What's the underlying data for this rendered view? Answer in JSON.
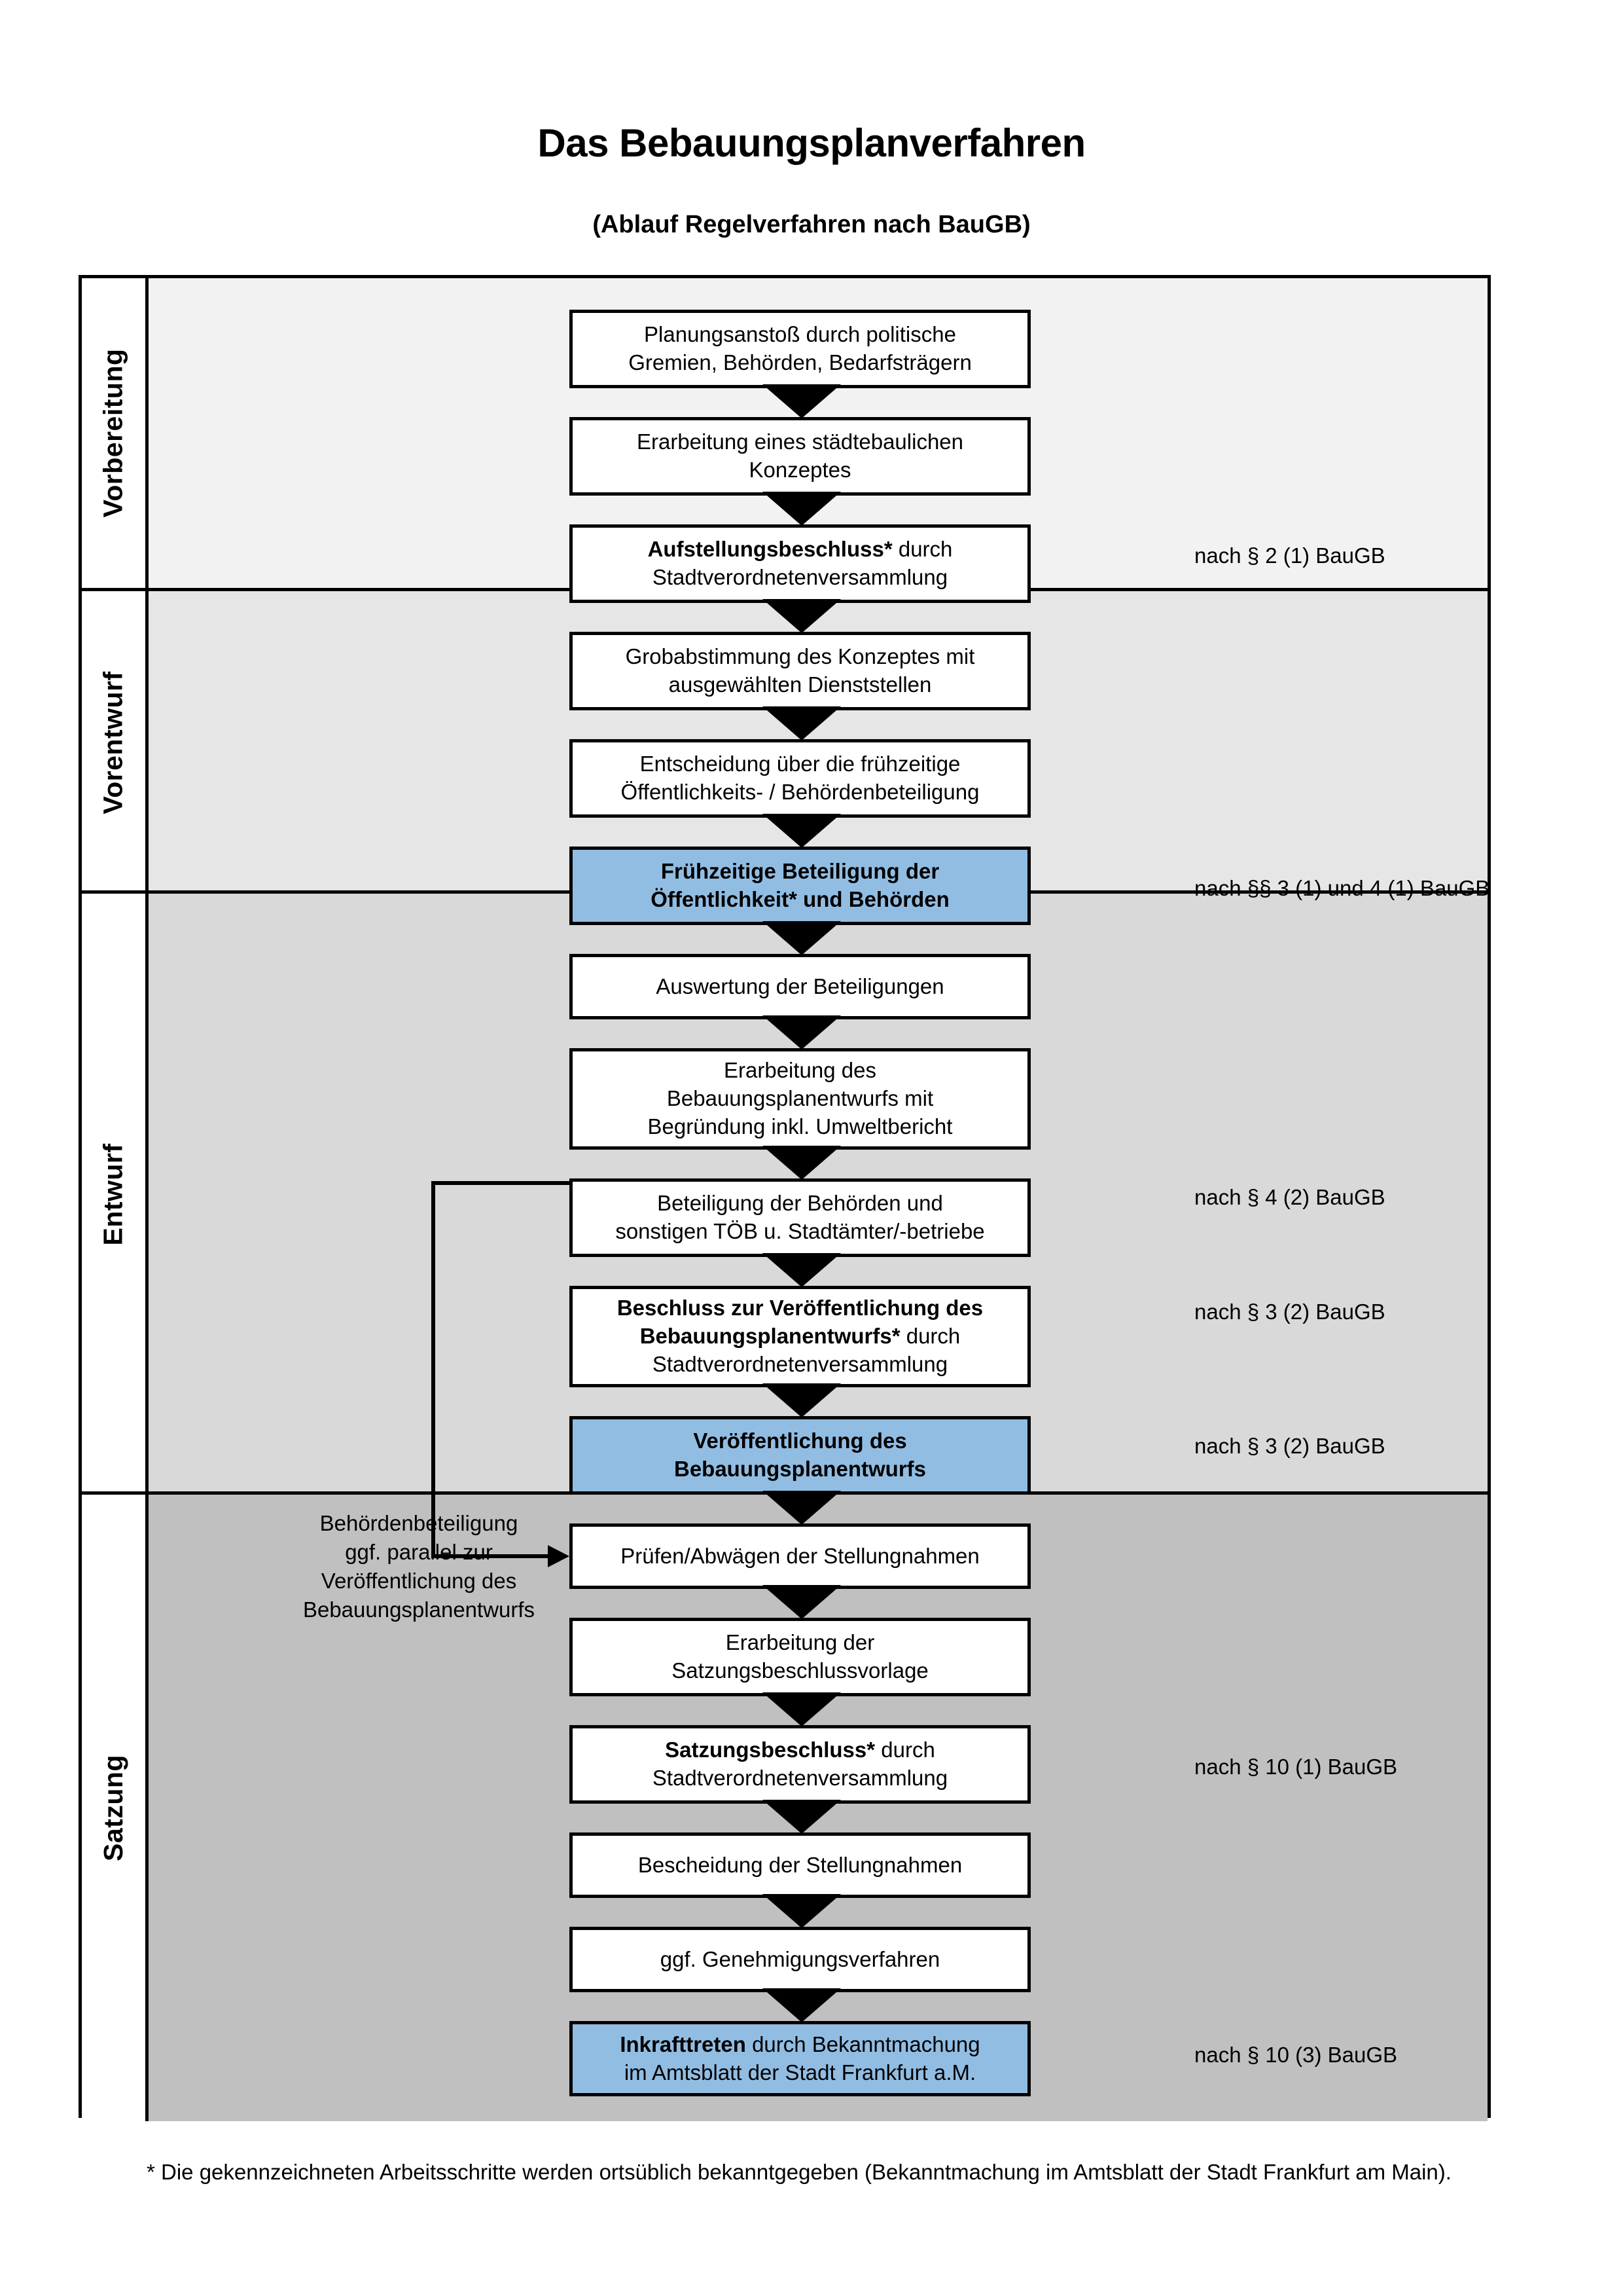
{
  "title": "Das Bebauungsplanverfahren",
  "subtitle": "(Ablauf Regelverfahren nach BauGB)",
  "colors": {
    "highlight_blue": "#92bde3",
    "band_vorbereitung": "#f2f2f2",
    "band_vorentwurf": "#e6e6e6",
    "band_entwurf": "#d9d9d9",
    "band_satzung": "#c0c0c0",
    "line": "#000000"
  },
  "bands": [
    {
      "label": "Vorbereitung"
    },
    {
      "label": "Vorentwurf"
    },
    {
      "label": "Entwurf"
    },
    {
      "label": "Satzung"
    }
  ],
  "steps": [
    {
      "line1": "Planungsanstoß durch politische",
      "line2": "Gremien, Behörden, Bedarfsträgern",
      "bold1": "",
      "rest1": ""
    },
    {
      "line1": "Erarbeitung eines städtebaulichen",
      "line2": "Konzeptes"
    },
    {
      "bold1": "Aufstellungsbeschluss*",
      "rest1": " durch",
      "line2": "Stadtverordnetenversammlung"
    },
    {
      "line1": "Grobabstimmung des Konzeptes mit",
      "line2": "ausgewählten Dienststellen"
    },
    {
      "line1": "Entscheidung über die frühzeitige",
      "line2": "Öffentlichkeits- / Behördenbeteiligung"
    },
    {
      "line1": "Frühzeitige Beteiligung der",
      "line2": "Öffentlichkeit* und Behörden"
    },
    {
      "line1": "Auswertung der Beteiligungen"
    },
    {
      "line1": "Erarbeitung des",
      "line2": "Bebauungsplanentwurfs mit",
      "line3": "Begründung inkl. Umweltbericht"
    },
    {
      "line1": "Beteiligung der Behörden und",
      "line2": "sonstigen TÖB u. Stadtämter/-betriebe"
    },
    {
      "bold1": "Beschluss zur Veröffentlichung des",
      "bold2": "Bebauungsplanentwurfs*",
      "rest2": " durch",
      "line3": "Stadtverordnetenversammlung"
    },
    {
      "line1": "Veröffentlichung des",
      "line2": "Bebauungsplanentwurfs"
    },
    {
      "line1": "Prüfen/Abwägen der Stellungnahmen"
    },
    {
      "line1": "Erarbeitung der",
      "line2": "Satzungsbeschlussvorlage"
    },
    {
      "bold1": "Satzungsbeschluss*",
      "rest1": " durch",
      "line2": "Stadtverordnetenversammlung"
    },
    {
      "line1": "Bescheidung der Stellungnahmen"
    },
    {
      "line1": "ggf. Genehmigungsverfahren"
    },
    {
      "bold1": "Inkrafttreten",
      "rest1": " durch Bekanntmachung",
      "line2": "im Amtsblatt der Stadt Frankfurt a.M."
    }
  ],
  "law_refs": [
    "nach § 2 (1) BauGB",
    "nach §§ 3 (1) und 4 (1) BauGB",
    "nach § 4 (2) BauGB",
    "nach § 3 (2) BauGB",
    "nach § 3 (2) BauGB",
    "nach § 10 (1) BauGB",
    "nach § 10 (3) BauGB"
  ],
  "side_note": {
    "l1": "Behördenbeteiligung",
    "l2": "ggf. parallel zur",
    "l3": "Veröffentlichung des",
    "l4": "Bebauungsplanentwurfs"
  },
  "footnote": "* Die gekennzeichneten Arbeitsschritte werden ortsüblich bekanntgegeben (Bekanntmachung im Amtsblatt  der Stadt Frankfurt am Main)."
}
